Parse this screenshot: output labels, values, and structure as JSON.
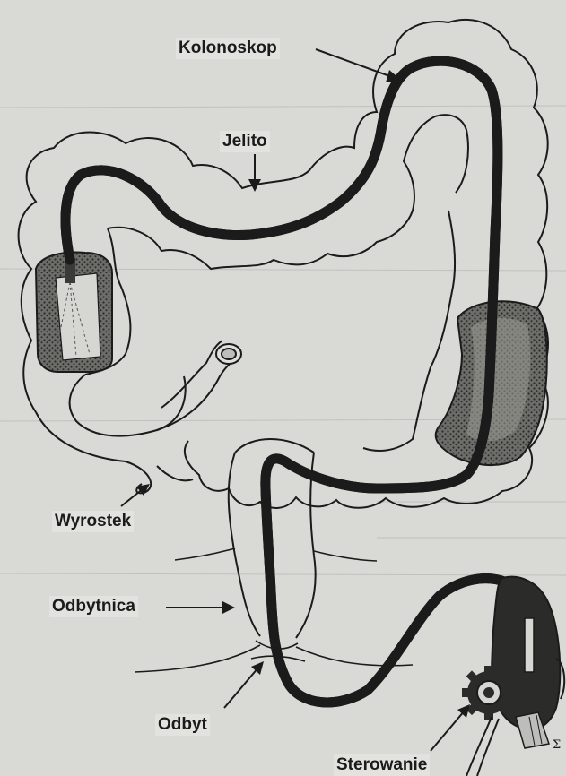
{
  "labels": {
    "kolonoskop": "Kolonoskop",
    "jelito": "Jelito",
    "wyrostek": "Wyrostek",
    "odbytnica": "Odbytnica",
    "odbyt": "Odbyt",
    "sterowanie": "Sterowanie"
  },
  "handle_mark": "Σ",
  "colors": {
    "background": "#d9d9d6",
    "ink": "#1b1b1b",
    "tube_fill": "#8a8a86",
    "shading": "#3a3a38"
  }
}
